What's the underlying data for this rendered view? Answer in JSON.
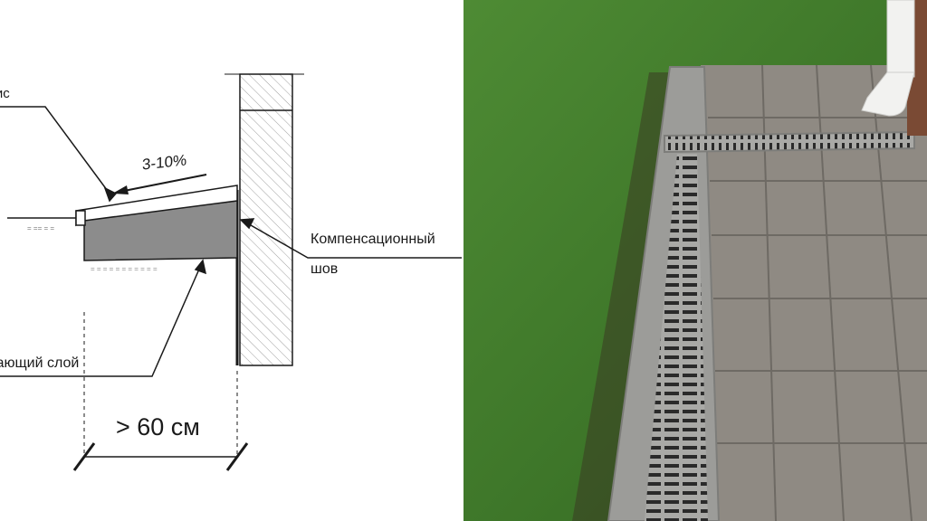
{
  "diagram": {
    "labels": {
      "otmostka": "тис",
      "slope": "3-10%",
      "joint_line1": "Компенсационный",
      "joint_line2": "шов",
      "base_layer": "стилающий слой",
      "width": "> 60 см"
    },
    "colors": {
      "line": "#1a1a1a",
      "base_fill": "#8c8c8c",
      "hatch": "#9a9a9a"
    }
  },
  "photo": {
    "colors": {
      "grass": "#3f7a2c",
      "paving": "#8f8a83",
      "drain_channel": "#9c9c99",
      "downpipe": "#f2f2f0",
      "brick": "#7a4a34"
    }
  }
}
